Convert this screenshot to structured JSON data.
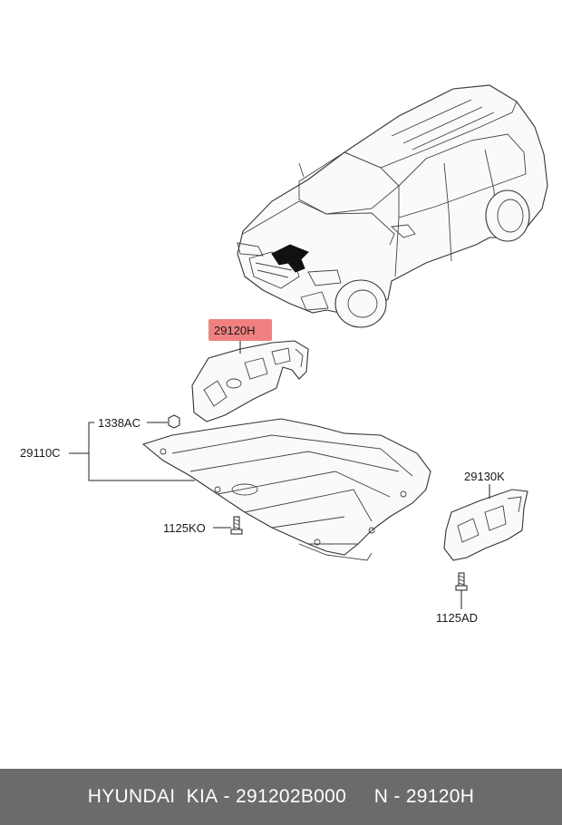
{
  "parts": {
    "p29120H": "29120H",
    "p1338AC": "1338AC",
    "p29110C": "29110C",
    "p1125KO": "1125KO",
    "p29130K": "29130K",
    "p1125AD": "1125AD"
  },
  "highlight_color": "#f08080",
  "footer": {
    "brand": "HYUNDAI  KIA",
    "sep1": " - ",
    "part_number": "291202B000",
    "gap": "     ",
    "n_label": "N",
    "sep2": " - ",
    "ref_code": "29120H"
  }
}
